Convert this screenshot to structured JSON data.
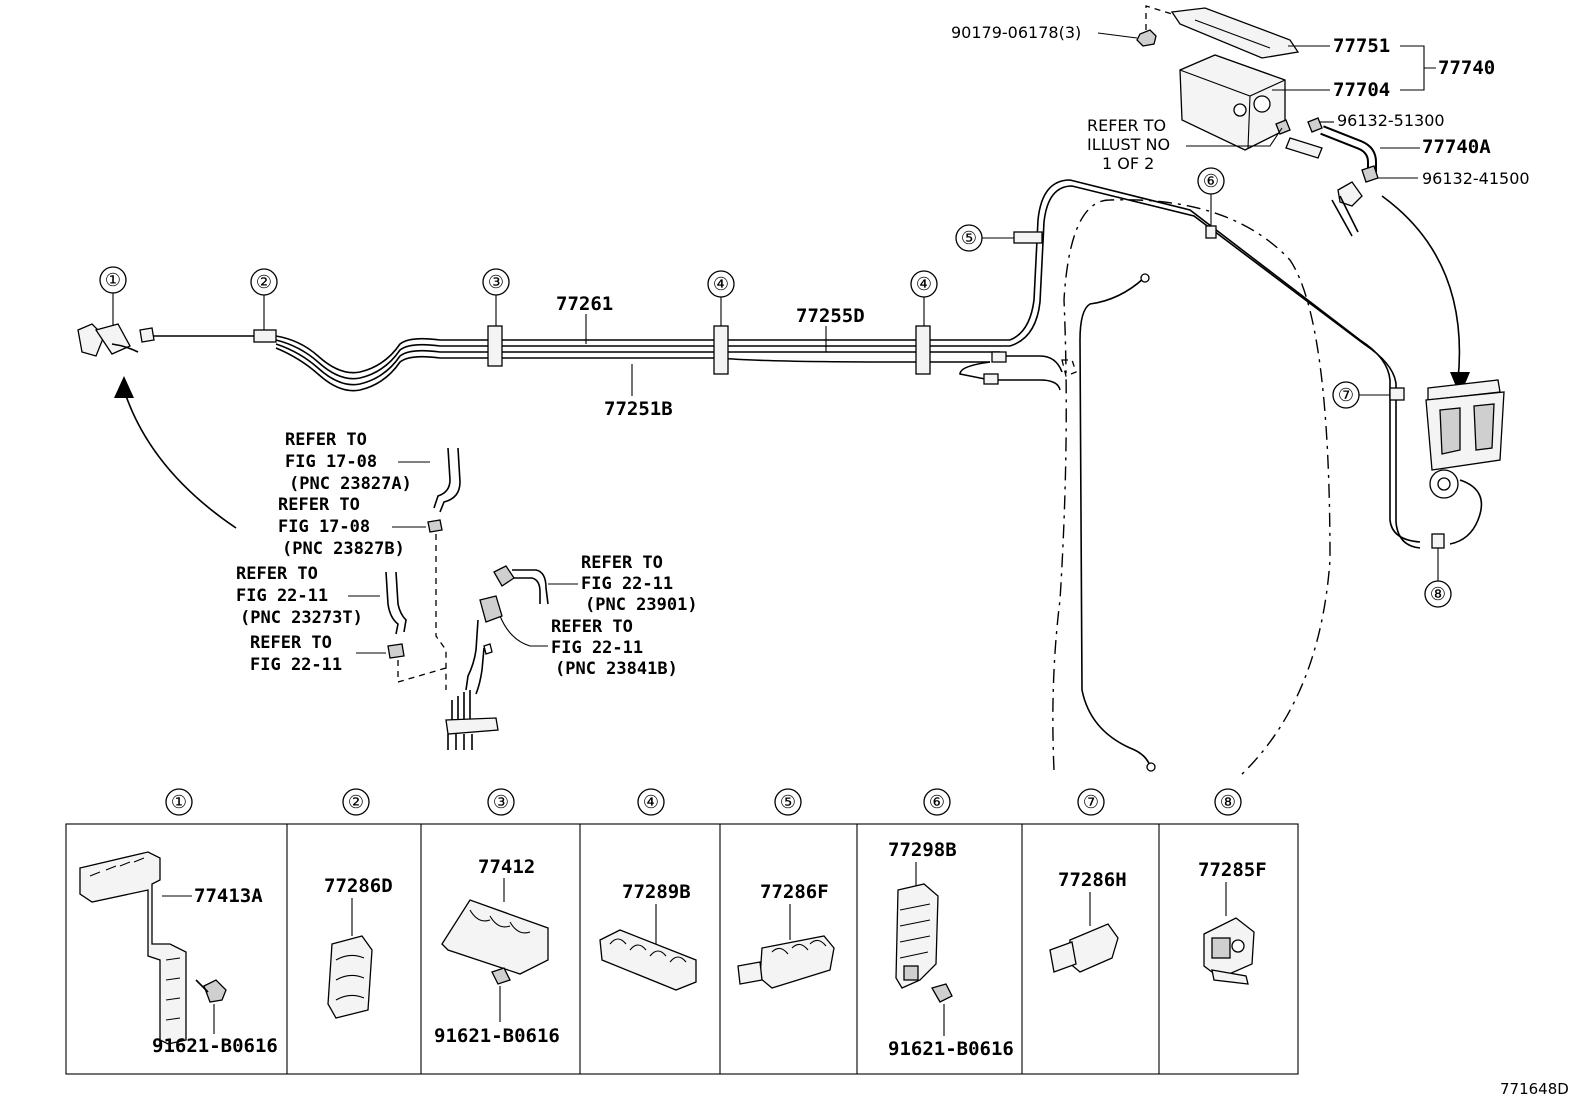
{
  "diagram": {
    "part_labels": {
      "p90179": "90179-06178(3)",
      "p77751": "77751",
      "p77740": "77740",
      "p77704": "77704",
      "p96132_51300": "96132-51300",
      "p77740A": "77740A",
      "p96132_41500": "96132-41500",
      "p77261": "77261",
      "p77255D": "77255D",
      "p77251B": "77251B"
    },
    "refer_illust": [
      "REFER TO",
      "ILLUST NO",
      "1 OF 2"
    ],
    "refer_notes": {
      "n1": [
        "REFER TO",
        "FIG 17-08",
        "(PNC 23827A)"
      ],
      "n2": [
        "REFER TO",
        "FIG 17-08",
        "(PNC 23827B)"
      ],
      "n3": [
        "REFER TO",
        "FIG 22-11",
        "(PNC 23273T)"
      ],
      "n4": [
        "REFER TO",
        "FIG 22-11"
      ],
      "n5": [
        "REFER TO",
        "FIG 22-11",
        "(PNC 23901)"
      ],
      "n6": [
        "REFER TO",
        "FIG 22-11",
        "(PNC 23841B)"
      ]
    },
    "callouts": {
      "c1": "①",
      "c2": "②",
      "c3": "③",
      "c4a": "④",
      "c4b": "④",
      "c5": "⑤",
      "c6": "⑥",
      "c7": "⑦",
      "c8": "⑧"
    },
    "detail_table": {
      "headers": [
        "①",
        "②",
        "③",
        "④",
        "⑤",
        "⑥",
        "⑦",
        "⑧"
      ],
      "cells": [
        {
          "part": "77413A",
          "bolt": "91621-B0616"
        },
        {
          "part": "77286D"
        },
        {
          "part": "77412",
          "bolt": "91621-B0616"
        },
        {
          "part": "77289B"
        },
        {
          "part": "77286F"
        },
        {
          "part": "77298B",
          "bolt": "91621-B0616"
        },
        {
          "part": "77286H"
        },
        {
          "part": "77285F"
        }
      ]
    },
    "illustration_code": "771648D"
  }
}
